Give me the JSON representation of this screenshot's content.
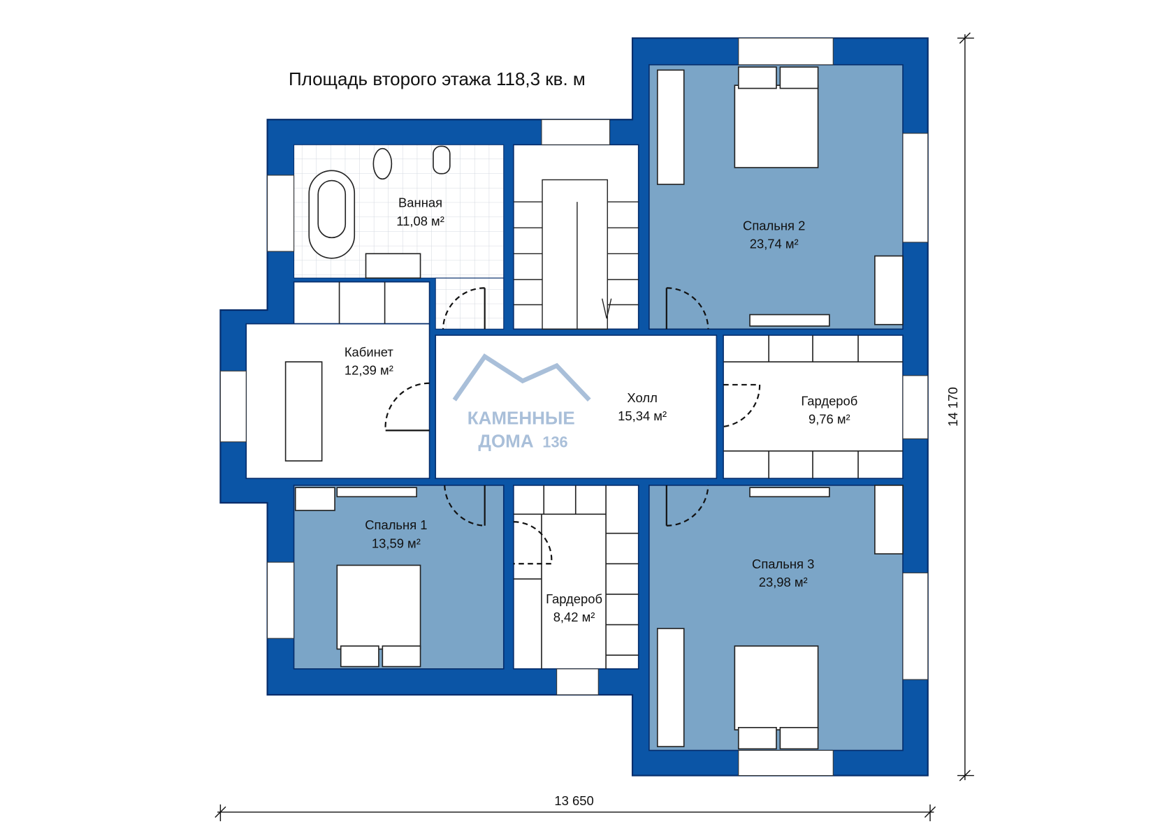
{
  "title": "Площадь второго этажа 118,3 кв. м",
  "rooms": [
    {
      "name": "Ванная",
      "area": "11,08 м²"
    },
    {
      "name": "Кабинет",
      "area": "12,39 м²"
    },
    {
      "name": "Холл",
      "area": "15,34 м²"
    },
    {
      "name": "Спальня 2",
      "area": "23,74 м²"
    },
    {
      "name": "Гардероб",
      "area": "9,76 м²"
    },
    {
      "name": "Спальня 1",
      "area": "13,59 м²"
    },
    {
      "name": "Гардероб",
      "area": "8,42 м²"
    },
    {
      "name": "Спальня 3",
      "area": "23,98 м²"
    }
  ],
  "dimensions": {
    "width": "13 650",
    "height": "14 170"
  },
  "logo": {
    "line1": "КАМЕННЫЕ",
    "line2": "ДОМА",
    "number": "136"
  },
  "colors": {
    "wall": "#0b55a6",
    "bedroom": "#7ba5c7"
  }
}
